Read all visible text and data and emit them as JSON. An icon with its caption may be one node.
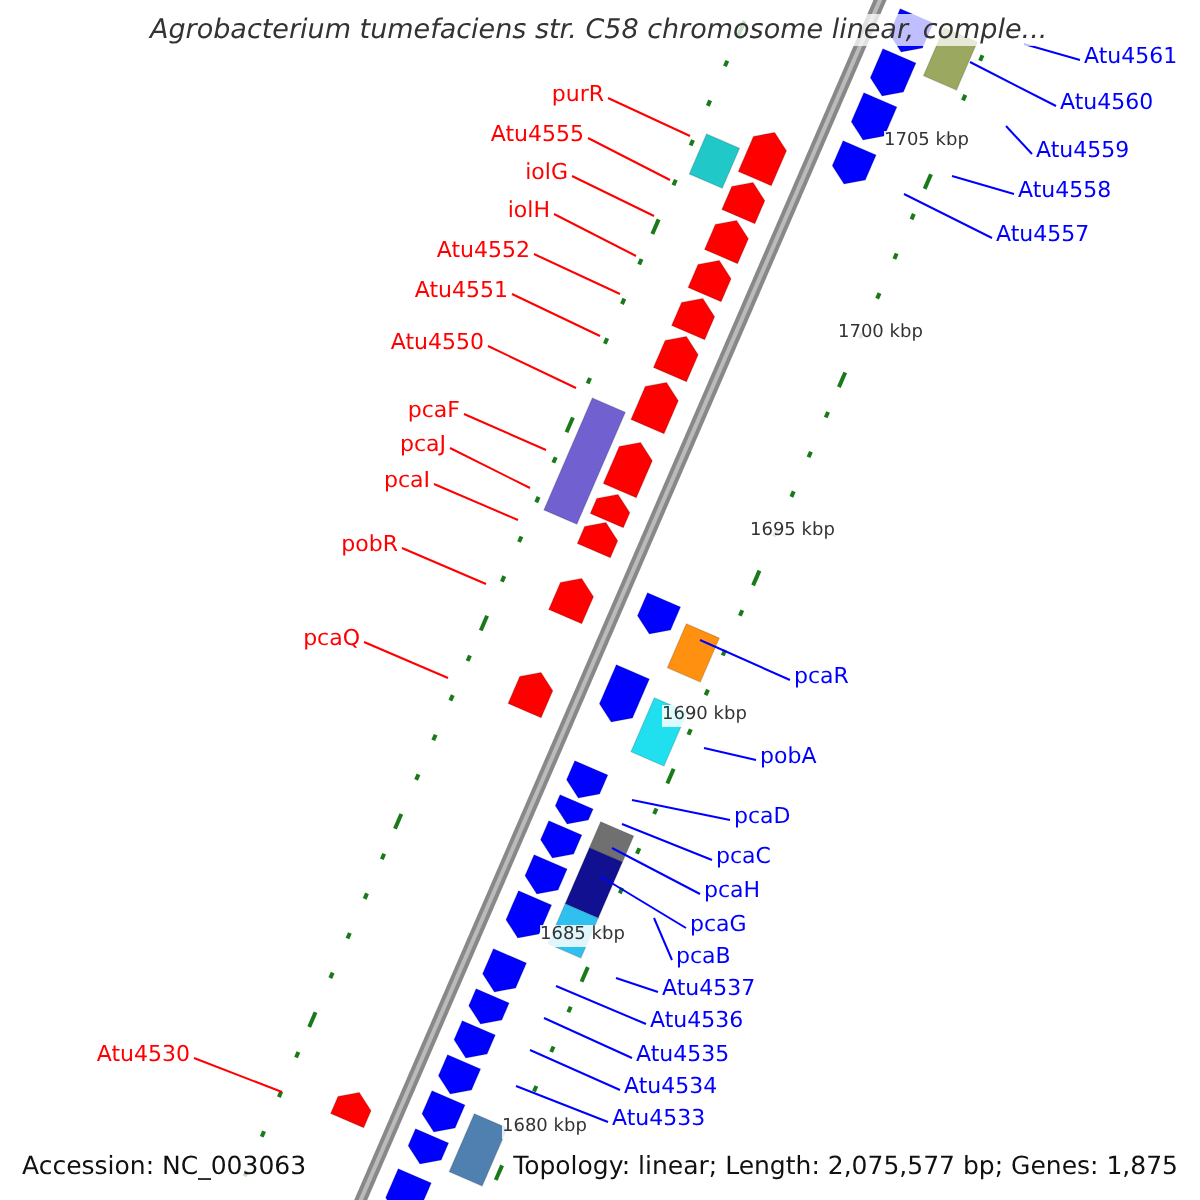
{
  "diagram": {
    "title": "Agrobacterium tumefaciens str. C58 chromosome linear, comple...",
    "nodes": [
      {
        "text": [
          "purR"
        ]
      },
      {
        "text": [
          "Atu4555"
        ]
      },
      {
        "text": [
          "iolG"
        ]
      },
      {
        "text": [
          "iolH"
        ]
      },
      {
        "text": [
          "Atu4552"
        ]
      },
      {
        "text": [
          "Atu4551"
        ]
      },
      {
        "text": [
          "Atu4550"
        ]
      },
      {
        "text": [
          "pcaF"
        ]
      },
      {
        "text": [
          "pcaJ"
        ]
      },
      {
        "text": [
          "pcaI"
        ]
      },
      {
        "text": [
          "pobR"
        ]
      },
      {
        "text": [
          "pcaQ"
        ]
      },
      {
        "text": [
          "Atu4530"
        ]
      },
      {
        "text": [
          "Atu4561"
        ]
      },
      {
        "text": [
          "Atu4560"
        ]
      },
      {
        "text": [
          "Atu4559"
        ]
      },
      {
        "text": [
          "Atu4558"
        ]
      },
      {
        "text": [
          "Atu4557"
        ]
      },
      {
        "text": [
          "pcaR"
        ]
      },
      {
        "text": [
          "pobA"
        ]
      },
      {
        "text": [
          "pcaD"
        ]
      },
      {
        "text": [
          "pcaC"
        ]
      },
      {
        "text": [
          "pcaH"
        ]
      },
      {
        "text": [
          "pcaG"
        ]
      },
      {
        "text": [
          "pcaB"
        ]
      },
      {
        "text": [
          "Atu4537"
        ]
      },
      {
        "text": [
          "Atu4536"
        ]
      },
      {
        "text": [
          "Atu4535"
        ]
      },
      {
        "text": [
          "Atu4534"
        ]
      },
      {
        "text": [
          "Atu4533"
        ]
      }
    ],
    "edges": [
      {
        "from": 0,
        "to": null,
        "arrow": "none",
        "color": "#ff0000"
      },
      {
        "from": 1,
        "to": null,
        "arrow": "none",
        "color": "#ff0000"
      },
      {
        "from": 2,
        "to": null,
        "arrow": "none",
        "color": "#ff0000"
      },
      {
        "from": 3,
        "to": null,
        "arrow": "none",
        "color": "#ff0000"
      },
      {
        "from": 4,
        "to": null,
        "arrow": "none",
        "color": "#ff0000"
      },
      {
        "from": 5,
        "to": null,
        "arrow": "none",
        "color": "#ff0000"
      },
      {
        "from": 6,
        "to": null,
        "arrow": "none",
        "color": "#ff0000"
      },
      {
        "from": 7,
        "to": null,
        "arrow": "none",
        "color": "#ff0000"
      },
      {
        "from": 8,
        "to": null,
        "arrow": "none",
        "color": "#ff0000"
      },
      {
        "from": 9,
        "to": null,
        "arrow": "none",
        "color": "#ff0000"
      },
      {
        "from": 10,
        "to": null,
        "arrow": "none",
        "color": "#ff0000"
      },
      {
        "from": 11,
        "to": null,
        "arrow": "none",
        "color": "#ff0000"
      },
      {
        "from": 12,
        "to": null,
        "arrow": "none",
        "color": "#ff0000"
      },
      {
        "from": 13,
        "to": null,
        "arrow": "none"
      },
      {
        "from": 14,
        "to": null,
        "arrow": "none"
      },
      {
        "from": 15,
        "to": null,
        "arrow": "none"
      },
      {
        "from": 16,
        "to": null,
        "arrow": "none"
      },
      {
        "from": 17,
        "to": null,
        "arrow": "none"
      },
      {
        "from": 18,
        "to": null,
        "arrow": "none"
      },
      {
        "from": 19,
        "to": null,
        "arrow": "none"
      },
      {
        "from": 20,
        "to": null,
        "arrow": "none"
      },
      {
        "from": 21,
        "to": null,
        "arrow": "none"
      },
      {
        "from": 22,
        "to": null,
        "arrow": "none"
      },
      {
        "from": 23,
        "to": null,
        "arrow": "none"
      },
      {
        "from": 24,
        "to": null,
        "arrow": "none"
      },
      {
        "from": 25,
        "to": null,
        "arrow": "none"
      },
      {
        "from": 26,
        "to": null,
        "arrow": "none"
      },
      {
        "from": 27,
        "to": null,
        "arrow": "none"
      },
      {
        "from": 28,
        "to": null,
        "arrow": "none"
      },
      {
        "from": 29,
        "to": null,
        "arrow": "none"
      }
    ],
    "labels": [
      "1705 kbp",
      "1700 kbp",
      "1695 kbp",
      "1690 kbp",
      "1685 kbp",
      "1680 kbp",
      "Accession: NC_003063",
      "Topology: linear; Length: 2,075,577 bp; Genes: 1,875"
    ]
  }
}
